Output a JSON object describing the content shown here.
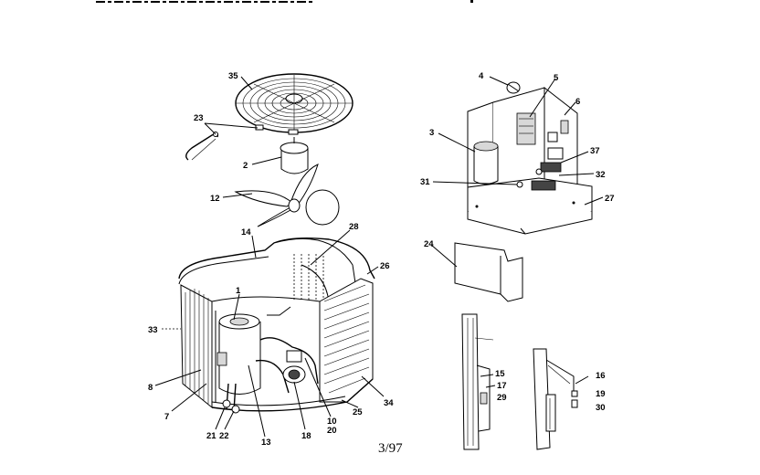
{
  "diagram": {
    "top_text": "...",
    "page_code": "3/97",
    "callouts": {
      "n35": "35",
      "n23": "23",
      "n2": "2",
      "n12": "12",
      "n14": "14",
      "n28": "28",
      "n26": "26",
      "n1": "1",
      "n33": "33",
      "n8": "8",
      "n7": "7",
      "n21": "21",
      "n22": "22",
      "n13": "13",
      "n18": "18",
      "n10": "10",
      "n20": "20",
      "n25": "25",
      "n34": "34",
      "n4": "4",
      "n5": "5",
      "n6": "6",
      "n3": "3",
      "n37": "37",
      "n32": "32",
      "n31": "31",
      "n27": "27",
      "n24": "24",
      "n15": "15",
      "n17": "17",
      "n29": "29",
      "n16": "16",
      "n19": "19",
      "n30": "30"
    }
  },
  "colors": {
    "ink": "#000000",
    "paper": "#ffffff",
    "shade": "#d8d8d8"
  }
}
